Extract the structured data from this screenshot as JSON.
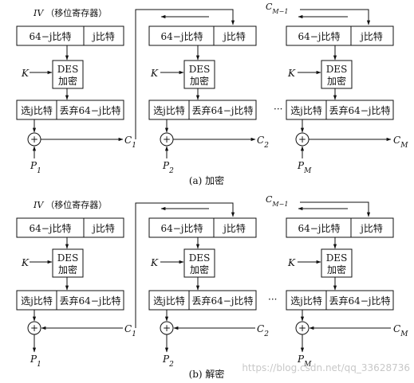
{
  "labels": {
    "iv": "IV",
    "iv_note": "（移位寄存器）",
    "reg_left": "64−j比特",
    "reg_right": "j比特",
    "key": "K",
    "des_line1": "DES",
    "des_line2": "加密",
    "sel_left": "选j比特",
    "sel_right": "丢弃64−j比特",
    "xor_symbol": "+",
    "dots": "···",
    "feedback": "C",
    "feedback_sub": "M−1"
  },
  "stages": [
    {
      "id": "1",
      "p": "P",
      "p_sub": "1",
      "c": "C",
      "c_sub": "1"
    },
    {
      "id": "2",
      "p": "P",
      "p_sub": "2",
      "c": "C",
      "c_sub": "2"
    },
    {
      "id": "M",
      "p": "P",
      "p_sub": "M",
      "c": "C",
      "c_sub": "M"
    }
  ],
  "panels": [
    {
      "id": "encrypt",
      "caption": "(a)  加密"
    },
    {
      "id": "decrypt",
      "caption": "(b)  解密"
    }
  ],
  "watermark": "https://blog.csdn.net/qq_33628736"
}
